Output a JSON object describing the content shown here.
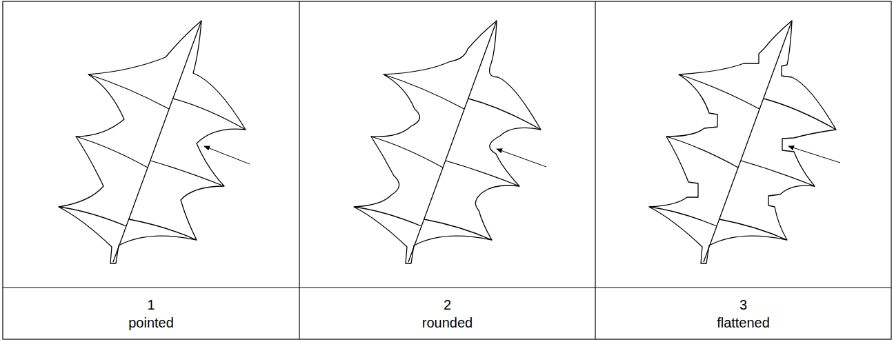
{
  "diagram": {
    "labels": [
      "1",
      "pointed",
      "2",
      "rounded",
      "3",
      "flattened"
    ]
  }
}
